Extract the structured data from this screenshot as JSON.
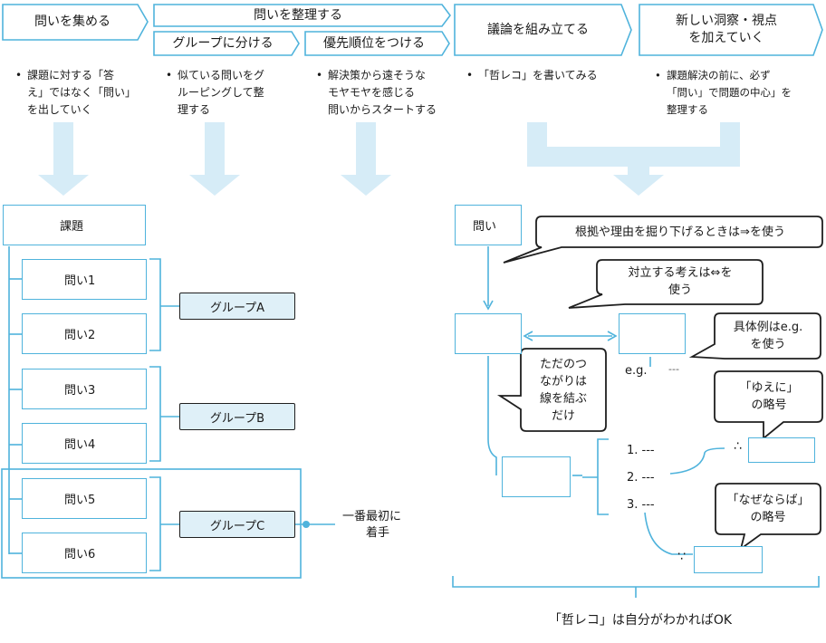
{
  "header": {
    "col1": "問いを集める",
    "col2_top": "問いを整理する",
    "col2_sub1": "グループに分ける",
    "col2_sub2": "優先順位をつける",
    "col3": "議論を組み立てる",
    "col4_line1": "新しい洞察・視点",
    "col4_line2": "を加えていく"
  },
  "bullets": {
    "b1": [
      "課題に対する「答",
      "え」ではなく「問い」",
      "を出していく"
    ],
    "b2": [
      "似ている問いをグ",
      "ルーピングして整",
      "理する"
    ],
    "b3": [
      "解決策から遠そうな",
      "モヤモヤを感じる",
      "問いからスタートする"
    ],
    "b4": [
      "「哲レコ」を書いてみる"
    ],
    "b5": [
      "課題解決の前に、必ず",
      "「問い」で問題の中心」を",
      "整理する"
    ]
  },
  "left": {
    "task": "課題",
    "questions": [
      "問い1",
      "問い2",
      "問い3",
      "問い4",
      "問い5",
      "問い6"
    ],
    "groups": [
      "グループA",
      "グループB",
      "グループC"
    ],
    "first_step_line1": "一番最初に",
    "first_step_line2": "着手"
  },
  "right": {
    "question": "問い",
    "bubble1": "根拠や理由を掘り下げるときは⇒を使う",
    "bubble2_line1": "対立する考えは⇔を",
    "bubble2_line2": "使う",
    "bubble3_line1": "具体例はe.g.",
    "bubble3_line2": "を使う",
    "bubble4_line1": "ただのつ",
    "bubble4_line2": "ながりは",
    "bubble4_line3": "線を結ぶ",
    "bubble4_line4": "だけ",
    "bubble5_line1": "「ゆえに」",
    "bubble5_line2": "の略号",
    "bubble6_line1": "「なぜならば」",
    "bubble6_line2": "の略号",
    "eg": "e.g.",
    "eg_dash": "---",
    "list": [
      "1. ---",
      "2. ---",
      "3. ---"
    ],
    "therefore": "∴",
    "because": "∵",
    "footer": "「哲レコ」は自分がわかればOK"
  },
  "colors": {
    "accent": "#4fb3dc",
    "arrow_fill": "#d6ecf7",
    "group_fill": "#dff0f8"
  }
}
